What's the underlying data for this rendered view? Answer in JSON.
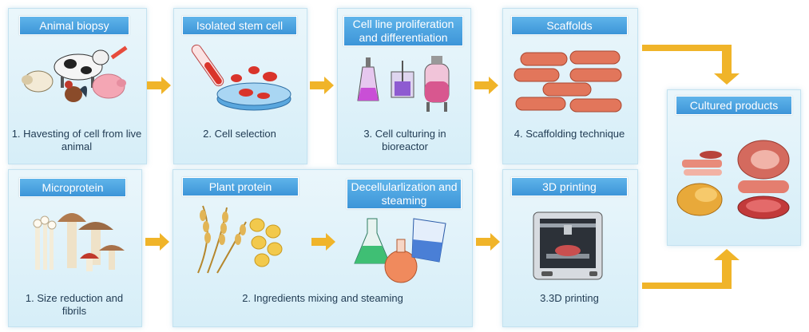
{
  "colors": {
    "panel": "#e1f2fa",
    "label": "#4aa3e0",
    "arrow": "#f0b429",
    "caption_text": "#1f3a52"
  },
  "top_row": [
    {
      "label": "Animal biopsy",
      "caption": "1. Havesting of cell from live animal"
    },
    {
      "label": "Isolated stem cell",
      "caption": "2. Cell selection"
    },
    {
      "label": "Cell line proliferation and differentiation",
      "caption": "3. Cell culturing in bioreactor"
    },
    {
      "label": "Scaffolds",
      "caption": "4. Scaffolding technique"
    }
  ],
  "bottom_row": {
    "microprotein": {
      "label": "Microprotein",
      "caption": "1. Size reduction and fibrils"
    },
    "plant_protein": {
      "label": "Plant protein"
    },
    "decellularization": {
      "label": "Decellularlization and steaming"
    },
    "mixing_caption": "2. Ingredients mixing and steaming",
    "printing": {
      "label": "3D printing",
      "caption": "3.3D printing"
    }
  },
  "output": {
    "label": "Cultured products"
  },
  "icons": [
    "farm-animals-icon",
    "test-tube-petri-dish-icon",
    "bioreactor-icon",
    "muscle-fiber-scaffold-icon",
    "mushrooms-icon",
    "wheat-soybeans-icon",
    "lab-flasks-icon",
    "3d-printer-icon",
    "meat-products-icon",
    "arrow-icon"
  ]
}
